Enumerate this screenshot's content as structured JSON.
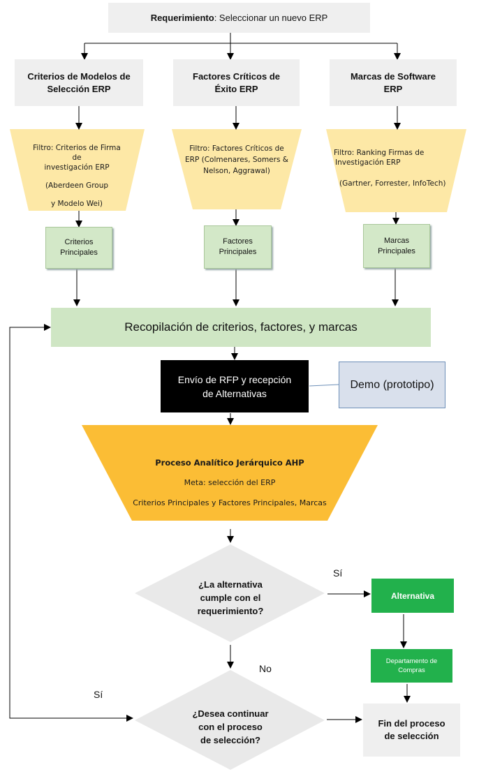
{
  "requirement": {
    "bold": "Requerimiento",
    "rest": ": Seleccionar un nuevo ERP"
  },
  "col1": {
    "title_line1": "Criterios de Modelos de",
    "title_line2": "Selección ERP",
    "filter_line1": "Filtro: Criterios de Firma de",
    "filter_line2": "investigación ERP",
    "filter_line3": "(Aberdeen Group",
    "filter_line4": "y Modelo Wei)",
    "result_line1": "Criterios",
    "result_line2": "Principales"
  },
  "col2": {
    "title_line1": "Factores Críticos de",
    "title_line2": "Éxito ERP",
    "filter_line1": "Filtro: Factores Críticos de",
    "filter_line2": "ERP (Colmenares, Somers &",
    "filter_line3": "Nelson, Aggrawal)",
    "result_line1": "Factores",
    "result_line2": "Principales"
  },
  "col3": {
    "title_line1": "Marcas de Software",
    "title_line2": "ERP",
    "filter_line1": "Filtro:   Ranking   Firmas   de",
    "filter_line2": "Investigación ERP",
    "filter_line3": "(Gartner, Forrester, InfoTech)",
    "result_line1": "Marcas",
    "result_line2": "Principales"
  },
  "recopilacion": "Recopilación de criterios, factores, y marcas",
  "rfp": {
    "line1": "Envío de RFP y recepción",
    "line2": "de Alternativas"
  },
  "demo": "Demo (prototipo)",
  "ahp": {
    "title": "Proceso Analítico Jerárquico AHP",
    "meta": "Meta: selección del ERP",
    "criterios": "Criterios Principales y Factores Principales, Marcas"
  },
  "decision1": {
    "line1": "¿La alternativa",
    "line2": "cumple con el",
    "line3": "requerimiento?"
  },
  "decision2": {
    "line1": "¿Desea continuar",
    "line2": "con el proceso",
    "line3": "de selección?"
  },
  "alternativa": "Alternativa",
  "compras": {
    "line1": "Departamento de",
    "line2": "Compras"
  },
  "fin": {
    "line1": "Fin del proceso",
    "line2": "de selección"
  },
  "labels": {
    "si_1": "Sí",
    "no": "No",
    "si_2": "Sí"
  },
  "colors": {
    "filter_fill": "#fde8a6",
    "ahp_fill": "#fbbd35",
    "dark_green": "#22b14c",
    "light_green": "#d3e8c8"
  }
}
